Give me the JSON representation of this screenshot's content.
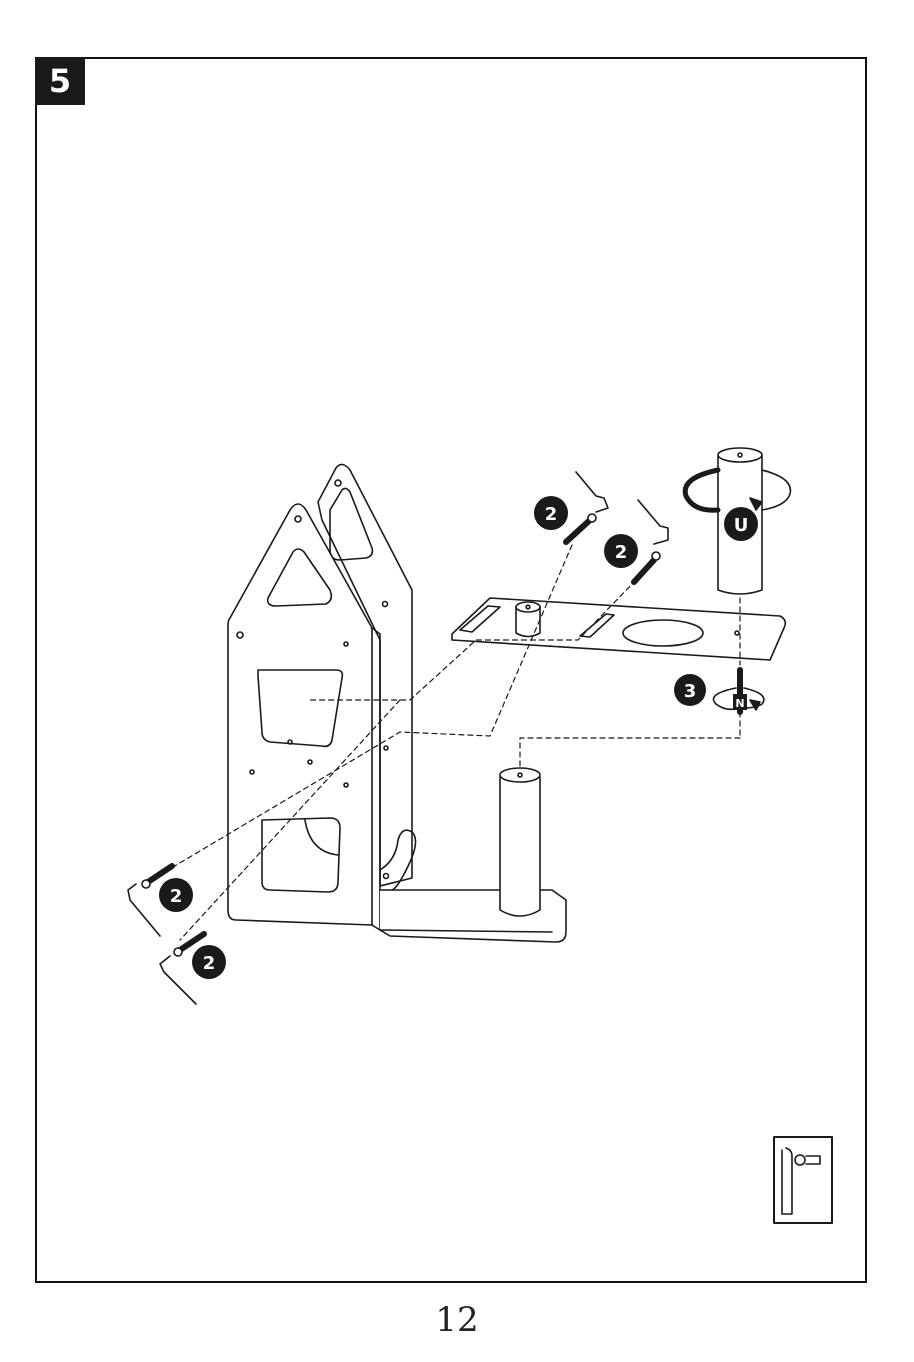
{
  "step": {
    "number": "5"
  },
  "page_number": "12",
  "callouts": {
    "screw_quantity_top_left": "2",
    "screw_quantity_top_right": "2",
    "screw_quantity_bottom_a": "2",
    "screw_quantity_bottom_b": "2",
    "rod_part_letter": "U",
    "bolt_quantity": "3",
    "bolt_part_letter": "N"
  },
  "tool_box": {
    "icon": "allen-key-icon"
  },
  "colors": {
    "line": "#1a1a1a",
    "badge": "#1a1a1a",
    "background": "#ffffff"
  }
}
